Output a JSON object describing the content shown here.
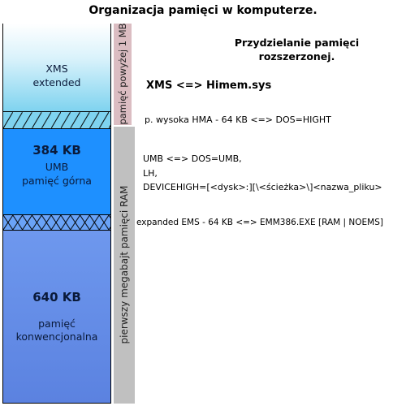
{
  "title": "Organizacja pamięci w komputerze.",
  "blocks": {
    "xms": {
      "line1": "XMS",
      "line2": "extended"
    },
    "umb": {
      "size": "384 KB",
      "line1": "UMB",
      "line2": "pamięć górna"
    },
    "conv": {
      "size": "640 KB",
      "line1": "pamięć",
      "line2": "konwencjonalna"
    }
  },
  "side_labels": {
    "above_1mb": "pamięć powyżej 1 MB",
    "first_mb": "pierwszy megabajt pamięci RAM"
  },
  "right": {
    "heading": "Przydzielanie pamięci rozszerzonej.",
    "xms_himem": "XMS <=> Himem.sys",
    "hma": "p. wysoka HMA - 64 KB   <=> DOS=HIGHT",
    "umb_line1": "UMB <=> DOS=UMB,",
    "umb_line2": "LH,",
    "umb_line3": "DEVICEHIGH=[<dysk>:][\\<ścieżka>\\]<nazwa_pliku>",
    "ems": "expanded  EMS - 64 KB  <=> EMM386.EXE [RAM | NOEMS]"
  },
  "colors": {
    "umb": "#1e90ff",
    "conventional": "#5b82e0",
    "xms_gradient_end": "#7fd3ef",
    "side_pink": "#dbbdc2",
    "side_gray": "#c0c0c0"
  }
}
